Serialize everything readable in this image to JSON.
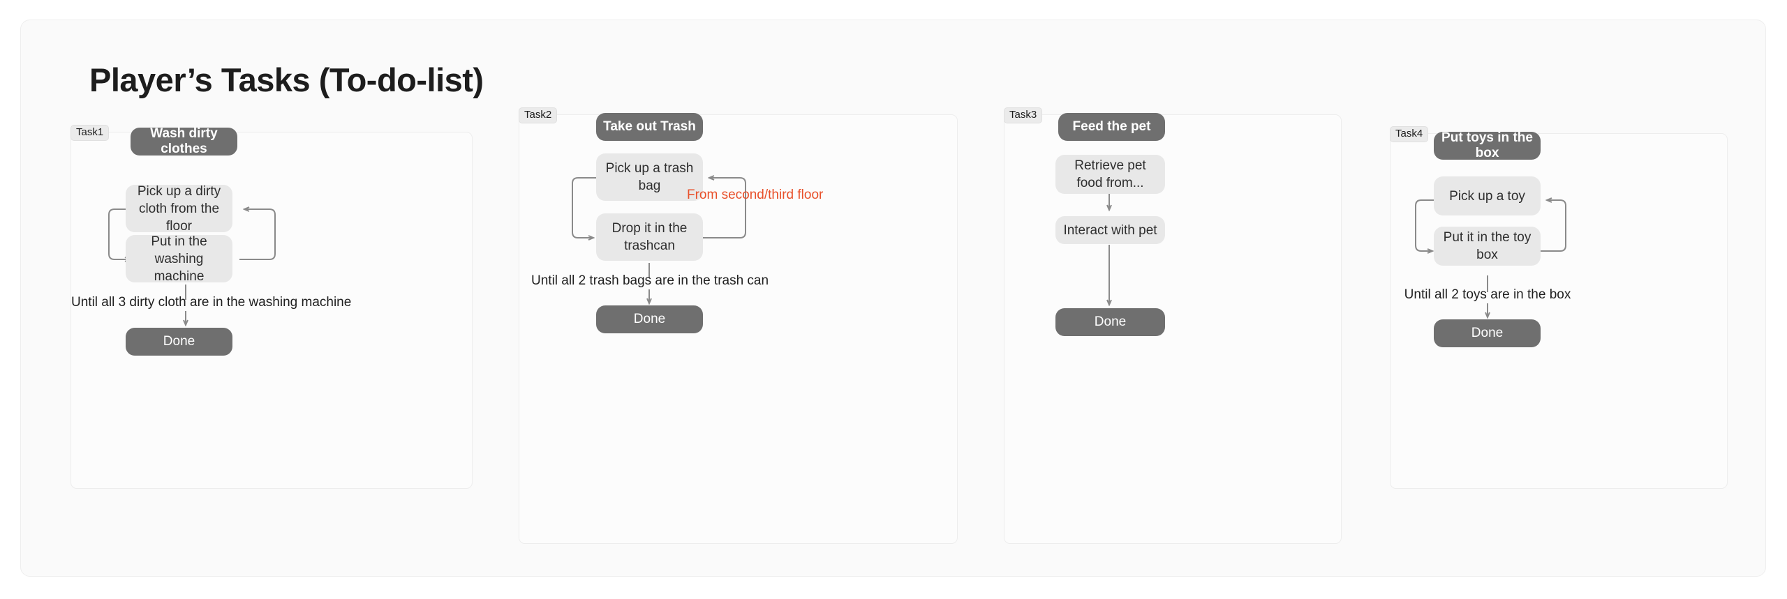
{
  "page": {
    "title": "Player’s Tasks (To-do-list)",
    "background_color": "#fafafa",
    "accent_note_color": "#e8502a",
    "node_dark_color": "#6f6f6f",
    "node_light_color": "#e8e8e8"
  },
  "tasks": [
    {
      "badge": "Task1",
      "header": "Wash dirty clothes",
      "loop_nodes": [
        "Pick up a dirty cloth from the floor",
        "Put in the washing machine"
      ],
      "loop_caption": "Until all 3 dirty cloth are in the washing machine",
      "done": "Done",
      "note": null
    },
    {
      "badge": "Task2",
      "header": "Take out Trash",
      "loop_nodes": [
        "Pick up a trash bag",
        "Drop it in the trashcan"
      ],
      "loop_caption": "Until all 2 trash bags are in the trash can",
      "done": "Done",
      "note": "From second/third floor"
    },
    {
      "badge": "Task3",
      "header": "Feed the pet",
      "loop_nodes": [
        "Retrieve pet food from...",
        "Interact with pet"
      ],
      "loop_caption": null,
      "done": "Done",
      "note": null
    },
    {
      "badge": "Task4",
      "header": "Put toys in the box",
      "loop_nodes": [
        "Pick up a toy",
        "Put it in the toy box"
      ],
      "loop_caption": "Until all 2 toys are in the box",
      "done": "Done",
      "note": null
    }
  ]
}
